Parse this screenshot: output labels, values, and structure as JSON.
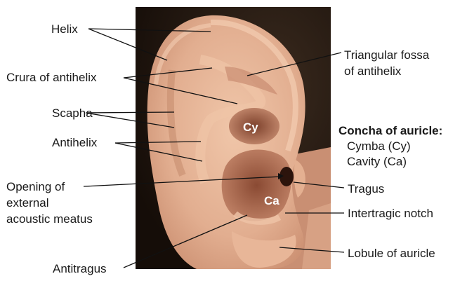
{
  "labels": {
    "helix": "Helix",
    "crura": "Crura of antihelix",
    "scapha": "Scapha",
    "antihelix": "Antihelix",
    "opening_1": "Opening of",
    "opening_2": "external",
    "opening_3": "acoustic meatus",
    "antitragus": "Antitragus",
    "triangular_1": "Triangular fossa",
    "triangular_2": "of antihelix",
    "concha_title": "Concha of auricle:",
    "cymba": "Cymba (Cy)",
    "cavity": "Cavity (Ca)",
    "tragus": "Tragus",
    "intertragic": "Intertragic notch",
    "lobule": "Lobule of auricle"
  },
  "ear_markers": {
    "cy": "Cy",
    "ca": "Ca"
  },
  "colors": {
    "background": "#ffffff",
    "hair": "#2a1d14",
    "skin_light": "#e9b99b",
    "skin_mid": "#d29c7e",
    "skin_dark": "#a8694d",
    "cavity": "#7a3f2c",
    "leader_line": "#111111"
  }
}
